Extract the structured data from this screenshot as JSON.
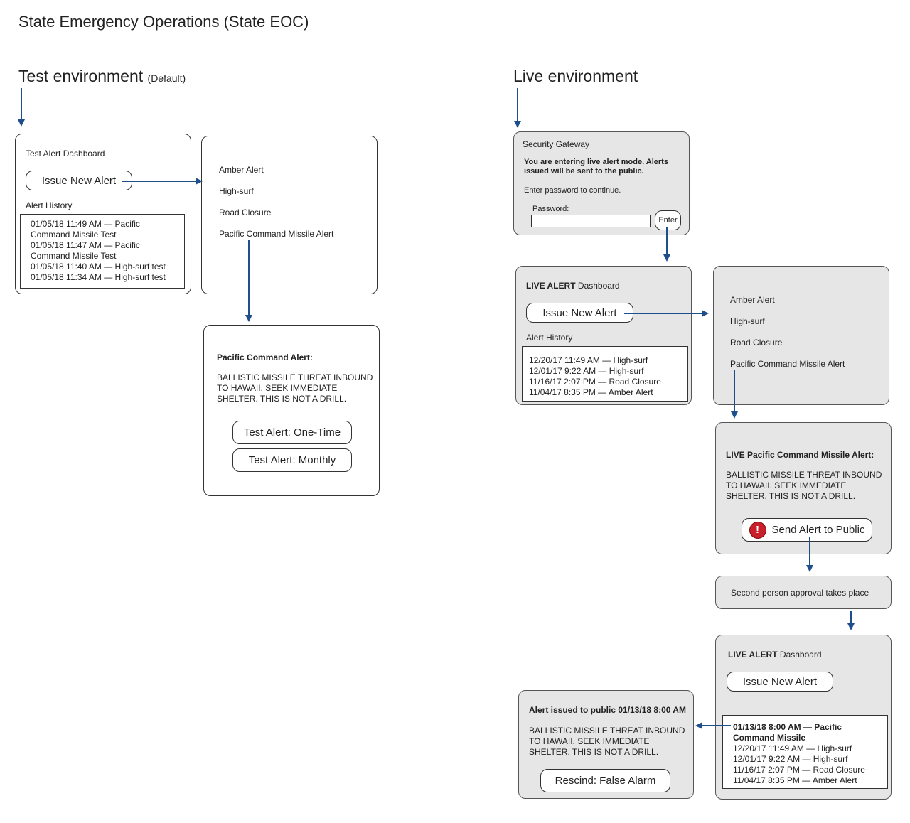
{
  "page_title": "State Emergency Operations (State EOC)",
  "test_env": {
    "title": "Test environment",
    "note": "(Default)",
    "dashboard": {
      "title": "Test Alert Dashboard",
      "issue_button": "Issue New Alert",
      "history_label": "Alert History",
      "history": [
        "01/05/18 11:49 AM — Pacific Command Missile Test",
        "01/05/18 11:47 AM — Pacific Command Missile Test",
        "01/05/18 11:40 AM — High-surf test",
        "01/05/18 11:34 AM — High-surf test"
      ]
    },
    "menu": [
      "Amber Alert",
      "High-surf",
      "Road Closure",
      "Pacific Command Missile Alert"
    ],
    "confirm": {
      "title": "Pacific Command Alert:",
      "message": "BALLISTIC MISSILE THREAT INBOUND TO HAWAII. SEEK IMMEDIATE SHELTER. THIS IS NOT A DRILL.",
      "button_one_time": "Test Alert: One-Time",
      "button_monthly": "Test Alert: Monthly"
    }
  },
  "live_env": {
    "title": "Live environment",
    "gateway": {
      "title": "Security Gateway",
      "warning": "You are entering live alert mode. Alerts issued will be sent to the public.",
      "instruction": "Enter password to continue.",
      "password_label": "Password:",
      "enter_button": "Enter"
    },
    "dashboard": {
      "title_bold": "LIVE ALERT",
      "title_rest": " Dashboard",
      "issue_button": "Issue New Alert",
      "history_label": "Alert History",
      "history": [
        "12/20/17 11:49 AM — High-surf",
        "12/01/17 9:22 AM — High-surf",
        "11/16/17 2:07 PM — Road Closure",
        "11/04/17 8:35 PM — Amber Alert"
      ]
    },
    "menu": [
      "Amber Alert",
      "High-surf",
      "Road Closure",
      "Pacific Command Missile Alert"
    ],
    "confirm": {
      "title": "LIVE Pacific Command Missile Alert:",
      "message": "BALLISTIC MISSILE THREAT INBOUND TO HAWAII. SEEK IMMEDIATE SHELTER. THIS IS NOT A DRILL.",
      "send_button": "Send Alert to Public"
    },
    "approval": {
      "text": "Second person approval takes place"
    },
    "dashboard_after": {
      "title_bold": "LIVE ALERT",
      "title_rest": " Dashboard",
      "issue_button": "Issue New Alert",
      "history_new": "01/13/18 8:00 AM — Pacific Command Missile",
      "history": [
        "12/20/17 11:49 AM — High-surf",
        "12/01/17 9:22 AM — High-surf",
        "11/16/17 2:07 PM — Road Closure",
        "11/04/17 8:35 PM — Amber Alert"
      ]
    },
    "issued": {
      "title": "Alert issued to public 01/13/18 8:00 AM",
      "message": "BALLISTIC MISSILE THREAT INBOUND TO HAWAII. SEEK IMMEDIATE SHELTER. THIS IS NOT A DRILL.",
      "rescind_button": "Rescind: False Alarm"
    }
  },
  "colors": {
    "arrow": "#1f4e8c",
    "panel_grey": "#e6e6e6",
    "alert_red": "#c8202a"
  }
}
